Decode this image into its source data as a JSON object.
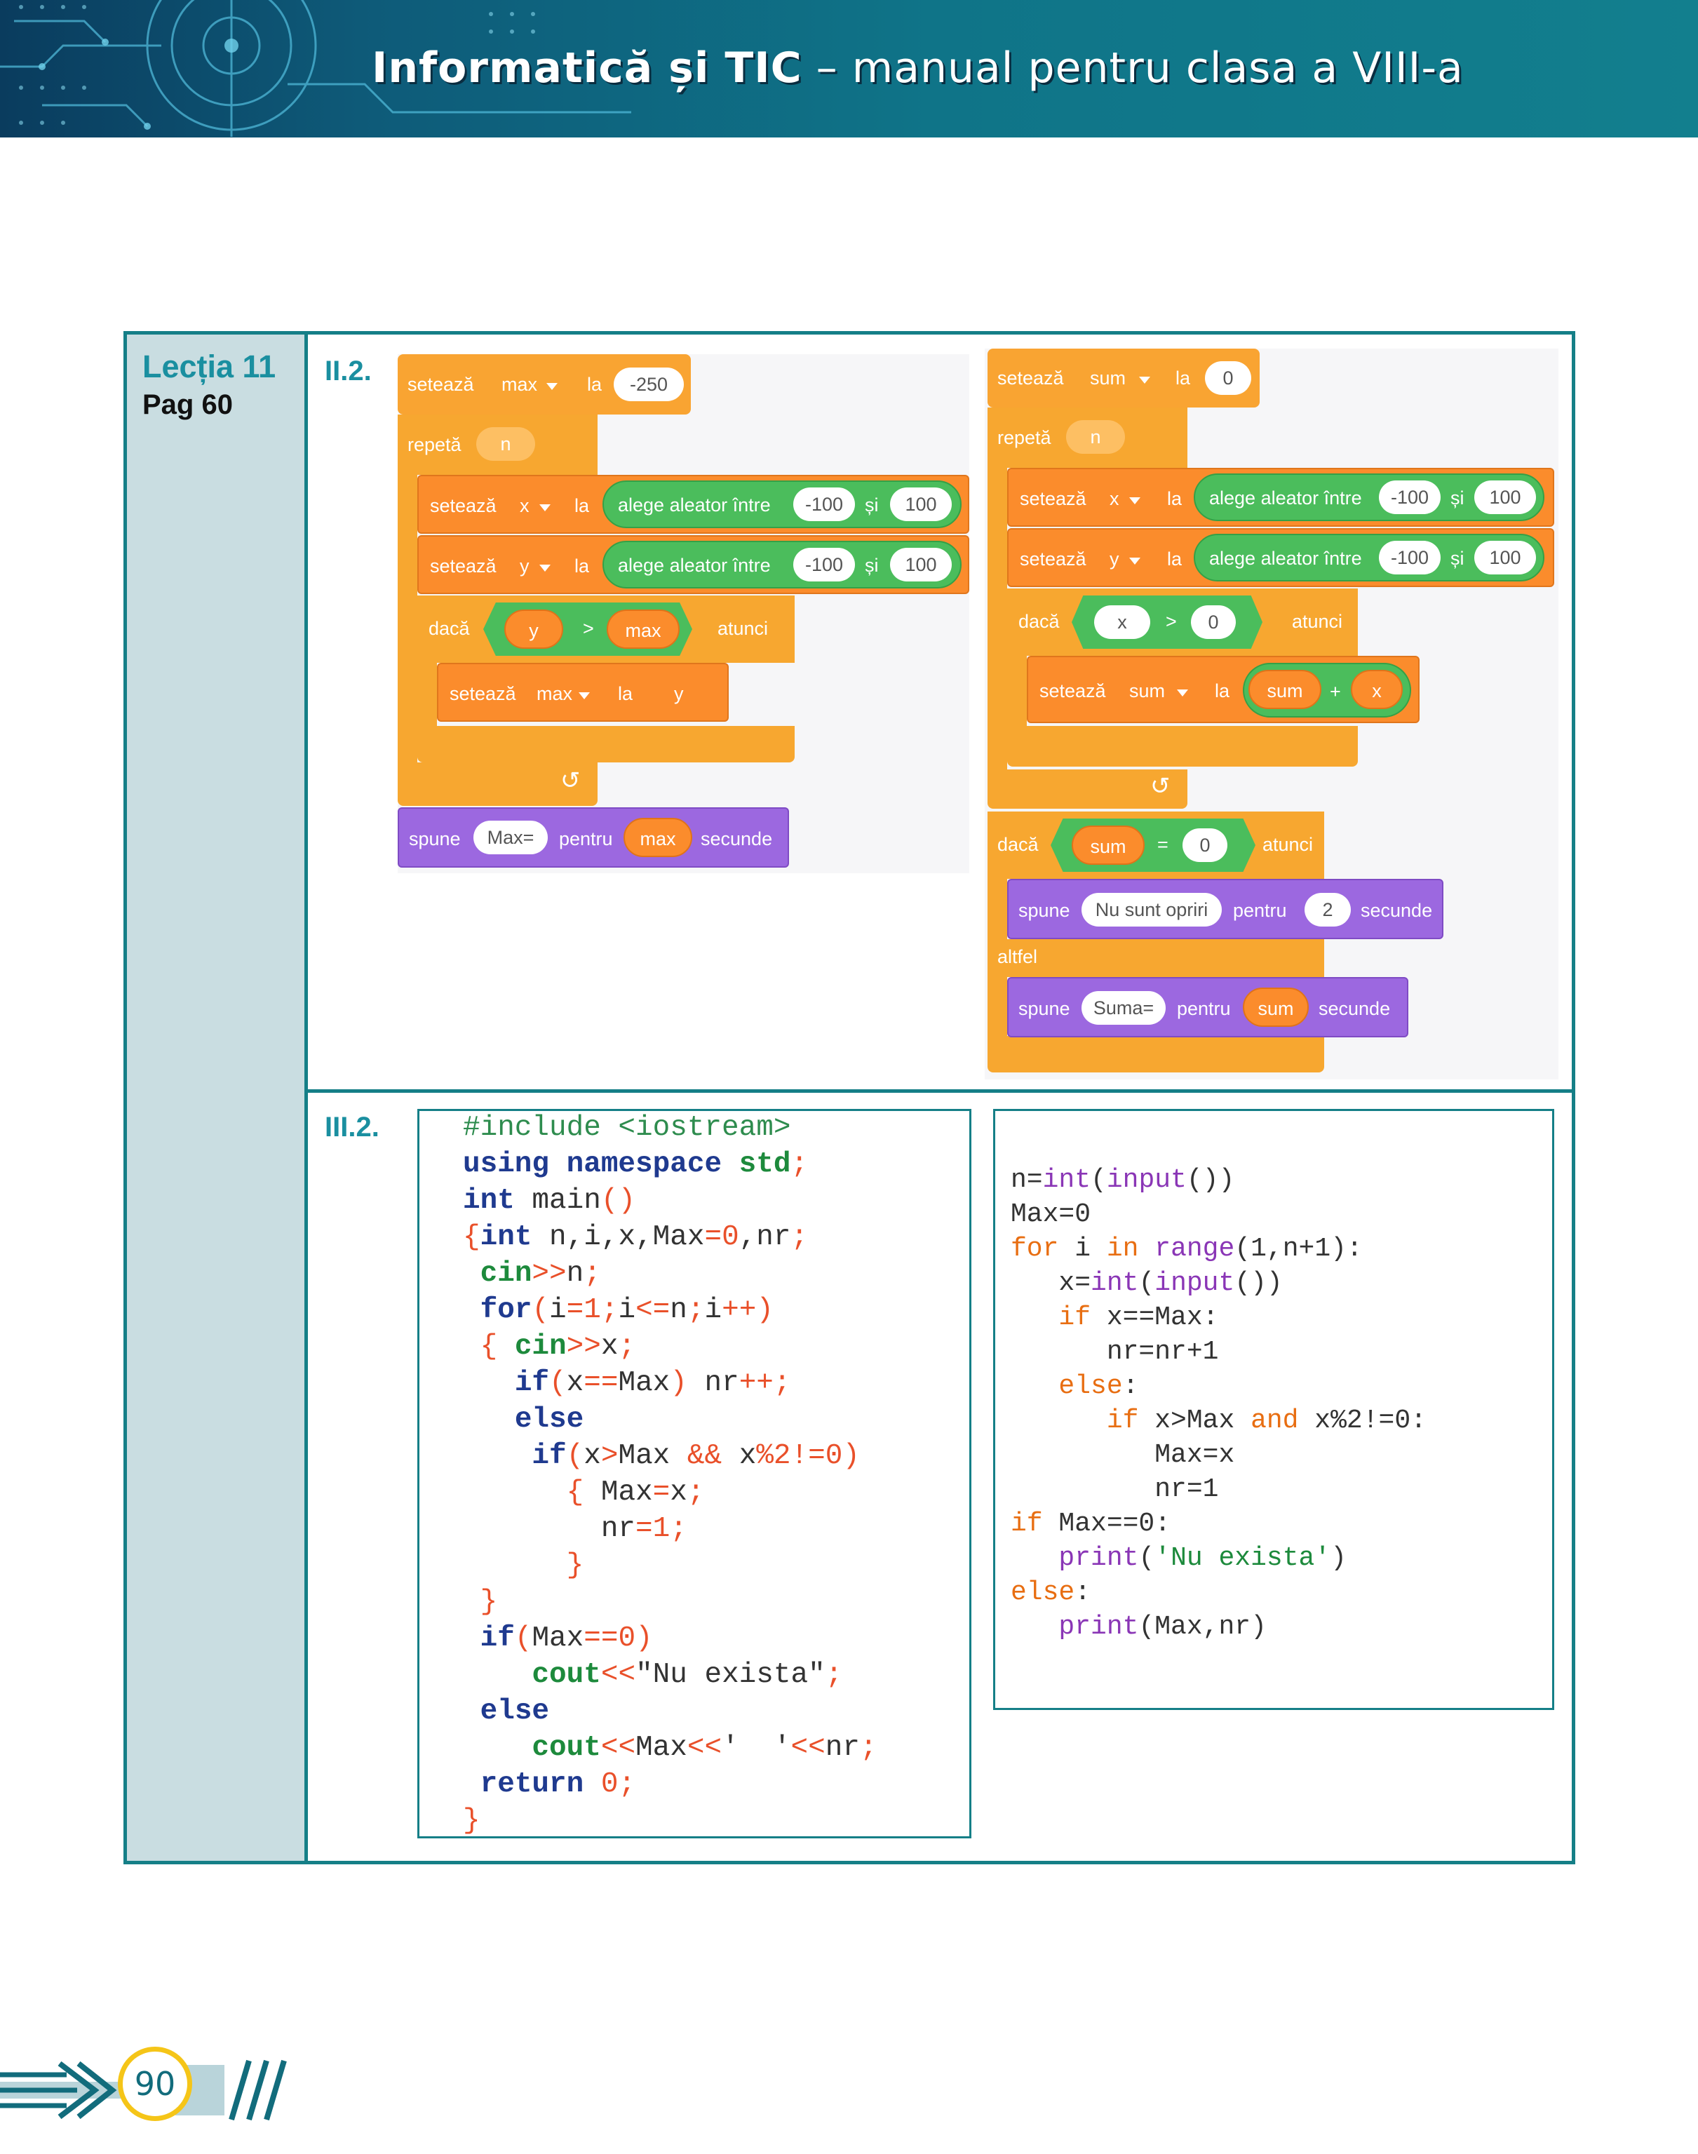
{
  "header": {
    "title_bold": "Informatică și TIC",
    "title_rest": " – manual pentru clasa a VIII-a"
  },
  "lesson": {
    "title": "Lecția 11",
    "page": "Pag 60"
  },
  "exercises": {
    "ii2_label": "II.2.",
    "iii2_label": "III.2."
  },
  "scratch_left": {
    "set_max": {
      "verb": "setează",
      "var": "max",
      "to": "la",
      "value": "-250"
    },
    "repeat": {
      "verb": "repetă",
      "count": "n"
    },
    "set_x": {
      "verb": "setează",
      "var": "x",
      "to": "la",
      "op": "alege aleator între",
      "a": "-100",
      "and": "și",
      "b": "100"
    },
    "set_y": {
      "verb": "setează",
      "var": "y",
      "to": "la",
      "op": "alege aleator între",
      "a": "-100",
      "and": "și",
      "b": "100"
    },
    "if": {
      "verb": "dacă",
      "left": "y",
      "cmp": ">",
      "right": "max",
      "then": "atunci"
    },
    "set_max_y": {
      "verb": "setează",
      "var": "max",
      "to": "la",
      "value": "y"
    },
    "say": {
      "verb": "spune",
      "text": "Max=",
      "for": "pentru",
      "value": "max",
      "unit": "secunde"
    }
  },
  "scratch_right": {
    "set_sum": {
      "verb": "setează",
      "var": "sum",
      "to": "la",
      "value": "0"
    },
    "repeat": {
      "verb": "repetă",
      "count": "n"
    },
    "set_x": {
      "verb": "setează",
      "var": "x",
      "to": "la",
      "op": "alege aleator între",
      "a": "-100",
      "and": "și",
      "b": "100"
    },
    "set_y": {
      "verb": "setează",
      "var": "y",
      "to": "la",
      "op": "alege aleator între",
      "a": "-100",
      "and": "și",
      "b": "100"
    },
    "if_x": {
      "verb": "dacă",
      "left": "x",
      "cmp": ">",
      "right": "0",
      "then": "atunci"
    },
    "set_sum_add": {
      "verb": "setează",
      "var": "sum",
      "to": "la",
      "left": "sum",
      "plus": "+",
      "right": "x"
    },
    "if_sum": {
      "verb": "dacă",
      "left": "sum",
      "cmp": "=",
      "right": "0",
      "then": "atunci"
    },
    "say1": {
      "verb": "spune",
      "text": "Nu sunt opriri",
      "for": "pentru",
      "value": "2",
      "unit": "secunde"
    },
    "else": "altfel",
    "say2": {
      "verb": "spune",
      "text": "Suma=",
      "for": "pentru",
      "value": "sum",
      "unit": "secunde"
    }
  },
  "footer": {
    "page_number": "90"
  }
}
